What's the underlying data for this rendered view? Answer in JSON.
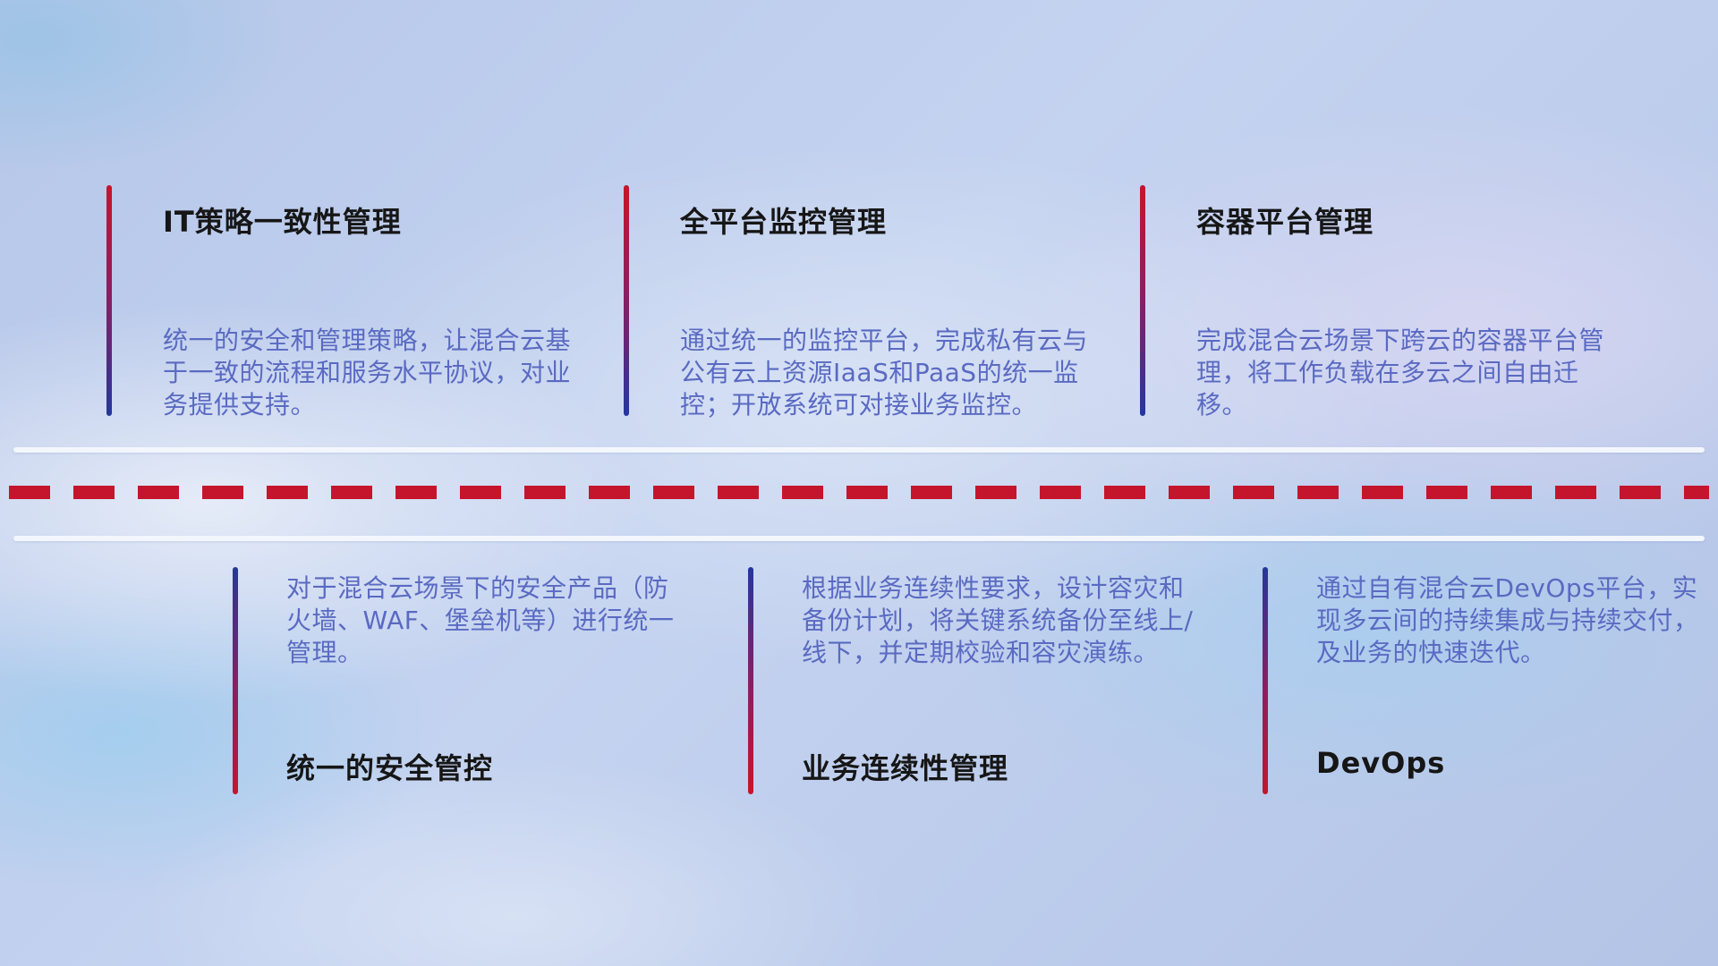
{
  "top_items": [
    {
      "title": "IT策略一致性管理",
      "description": "统一的安全和管理策略，让混合云基于一致的流程和服务水平协议，对业务提供支持。"
    },
    {
      "title": "全平台监控管理",
      "description": "通过统一的监控平台，完成私有云与公有云上资源IaaS和PaaS的统一监控；开放系统可对接业务监控。"
    },
    {
      "title": "容器平台管理",
      "description": "完成混合云场景下跨云的容器平台管理，将工作负载在多云之间自由迁移。"
    }
  ],
  "bottom_items": [
    {
      "title": "统一的安全管控",
      "description": "对于混合云场景下的安全产品（防火墙、WAF、堡垒机等）进行统一管理。"
    },
    {
      "title": "业务连续性管理",
      "description": "根据业务连续性要求，设计容灾和备份计划，将关键系统备份至线上/线下，并定期校验和容灾演练。"
    },
    {
      "title": "DevOps",
      "description": "通过自有混合云DevOps平台，实现多云间的持续集成与持续交付，及业务的快速迭代。"
    }
  ],
  "icons": {
    "marker": "cloud-icon"
  },
  "colors": {
    "accent-red": "#c5152c",
    "deep-blue": "#24379b",
    "title-color": "#161616",
    "desc-color": "#5a6ac2",
    "road-white": "#f3f7fd"
  }
}
